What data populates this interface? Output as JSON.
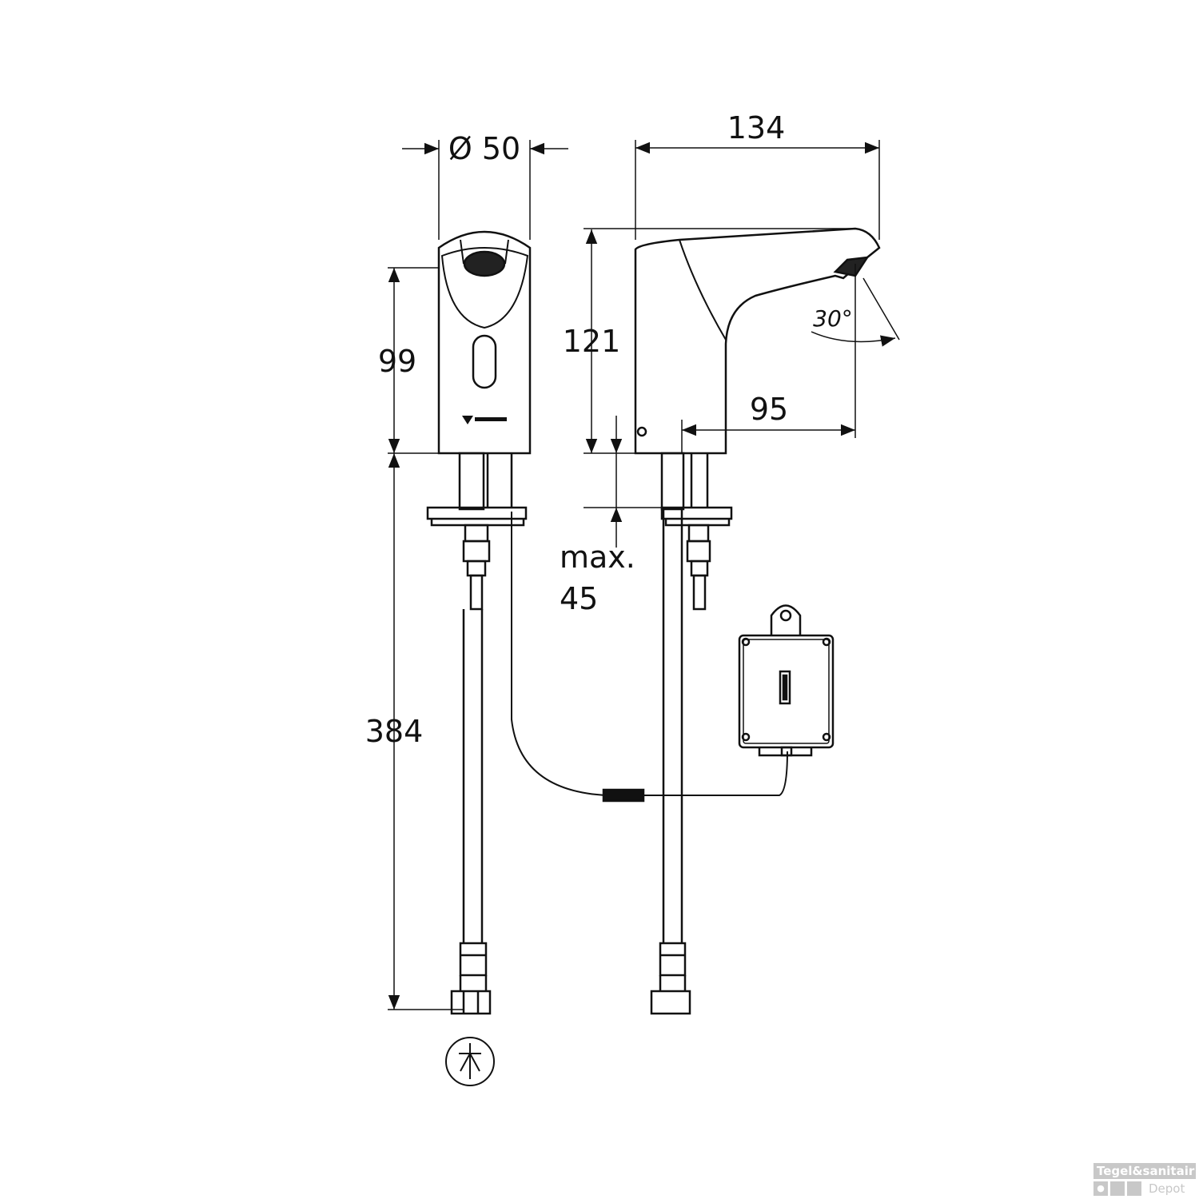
{
  "dimensions": {
    "diameter": "Ø 50",
    "width_top": "134",
    "height_front": "99",
    "height_side": "121",
    "reach": "95",
    "angle": "30°",
    "max_label": "max.",
    "max_value": "45",
    "pipe_length": "384"
  },
  "watermark": {
    "brand": "Tegel&sanitair",
    "sub": "Depot",
    "color": "#c8c8c8"
  }
}
